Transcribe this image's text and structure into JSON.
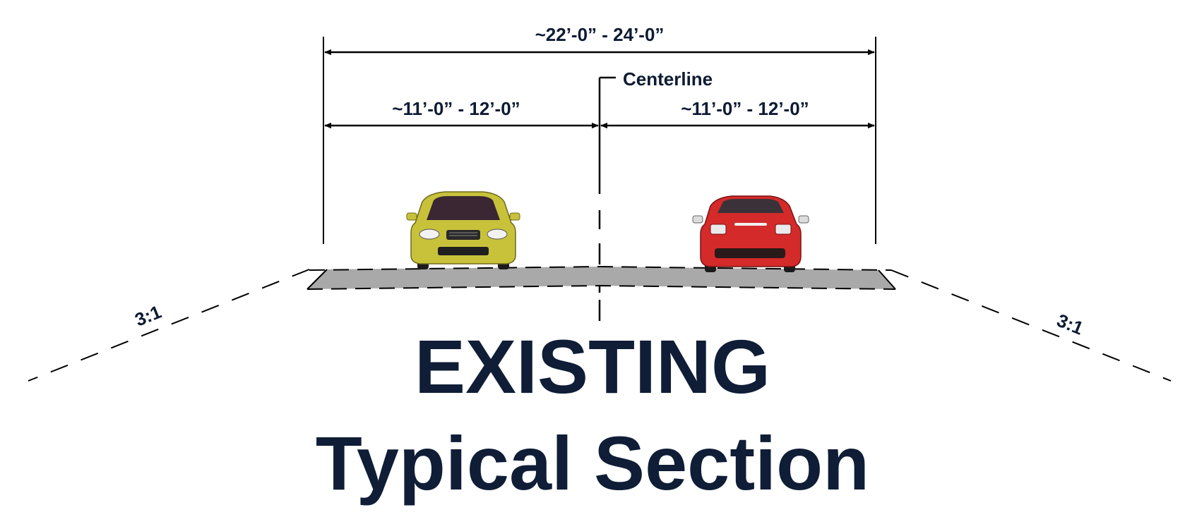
{
  "diagram": {
    "overall_width_label": "~22’-0” - 24’-0”",
    "left_lane_width_label": "~11’-0” - 12’-0”",
    "right_lane_width_label": "~11’-0” - 12’-0”",
    "centerline_label": "Centerline",
    "left_slope_label": "3:1",
    "right_slope_label": "3:1"
  },
  "title": {
    "line1": "EXISTING",
    "line2": "Typical Section"
  },
  "colors": {
    "text": "#0f1d36",
    "pavement": "#a9a9a9",
    "left_car": "#c8c23a",
    "right_car": "#d42a2a"
  }
}
